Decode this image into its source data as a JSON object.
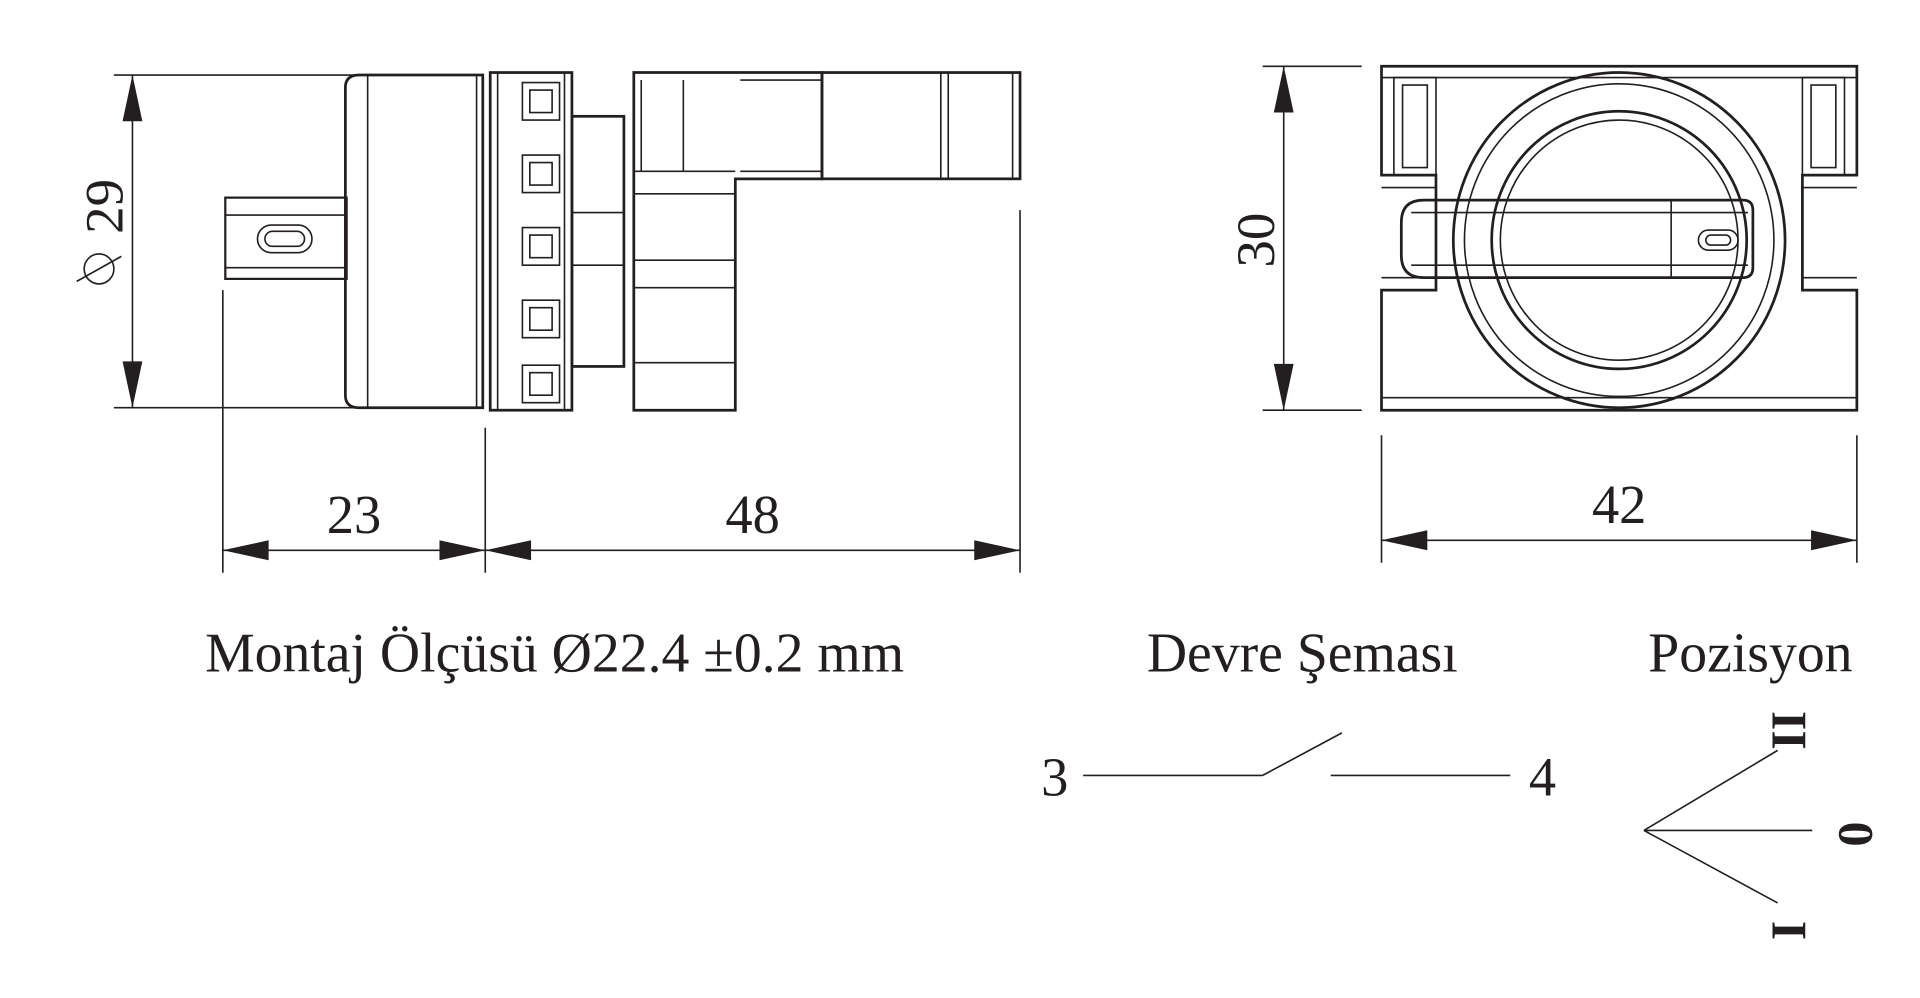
{
  "dimensions": {
    "diameter": "29",
    "shaft_length": "23",
    "body_length": "48",
    "height": "30",
    "width": "42"
  },
  "captions": {
    "mounting": "Montaj Ölçüsü Ø22.4 ±0.2 mm",
    "circuit_title": "Devre Şeması",
    "position_title": "Pozisyon"
  },
  "circuit": {
    "terminal_left": "3",
    "terminal_right": "4"
  },
  "positions": {
    "pos_two": "II",
    "pos_zero": "0",
    "pos_one": "I"
  }
}
